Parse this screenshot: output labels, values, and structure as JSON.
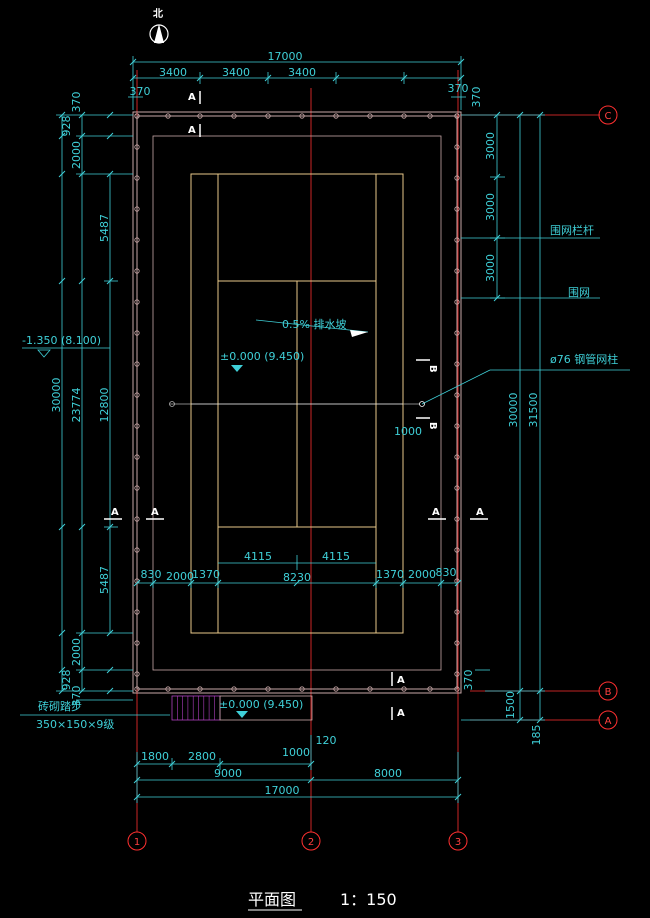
{
  "north_label": "北",
  "top_dims": {
    "total": "17000",
    "bays": [
      "3400",
      "3400",
      "3400"
    ],
    "left_offset": "370",
    "right_offset": "370"
  },
  "left_dims": {
    "outer_total": "30000",
    "inner_total": "23774",
    "center": "12800",
    "upper_side": "5487",
    "lower_side": "5487",
    "top_a": "2000",
    "top_b": "928",
    "top_c": "370",
    "bottom_a": "2000",
    "bottom_b": "928",
    "bottom_c": "370"
  },
  "right_dims": {
    "segments": [
      "3000",
      "3000",
      "3000"
    ],
    "top_370": "370",
    "total_30000": "30000",
    "total_31500": "31500",
    "bottom_370": "370",
    "seg_1500": "1500",
    "seg_185": "185"
  },
  "court_dims": {
    "half_left": "4115",
    "half_right": "4115",
    "width": "8230",
    "left_830": "830",
    "left_2000": "2000",
    "left_1370": "1370",
    "right_1370": "1370",
    "right_2000": "2000",
    "right_830": "830",
    "post_1000": "1000"
  },
  "bottom_dims": {
    "step_1800": "1800",
    "step_2800": "2800",
    "d1000": "1000",
    "d120": "120",
    "d9000": "9000",
    "d8000": "8000",
    "total": "17000"
  },
  "labels": {
    "elevation_outer": "-1.350 (8.100)",
    "elevation_court": "±0.000 (9.450)",
    "elevation_step": "±0.000 (9.450)",
    "slope": "0.5% 排水坡",
    "fence_rail": "围网栏杆",
    "fence": "围网",
    "post": "ø76 钢管网柱",
    "steps_1": "砖砌踏步",
    "steps_2": "350×150×9级"
  },
  "section_marks": {
    "a": "A",
    "b": "B"
  },
  "axes": {
    "col1": "1",
    "col2": "2",
    "col3": "3",
    "rowA": "A",
    "rowB": "B",
    "rowC": "C"
  },
  "title": "平面图",
  "scale": "1：150",
  "colors": {
    "dim": "#3fd0d8",
    "court": "#e8c98a",
    "fence": "#c9a8a8",
    "axis": "#ff3030",
    "stair": "#b040c0"
  }
}
